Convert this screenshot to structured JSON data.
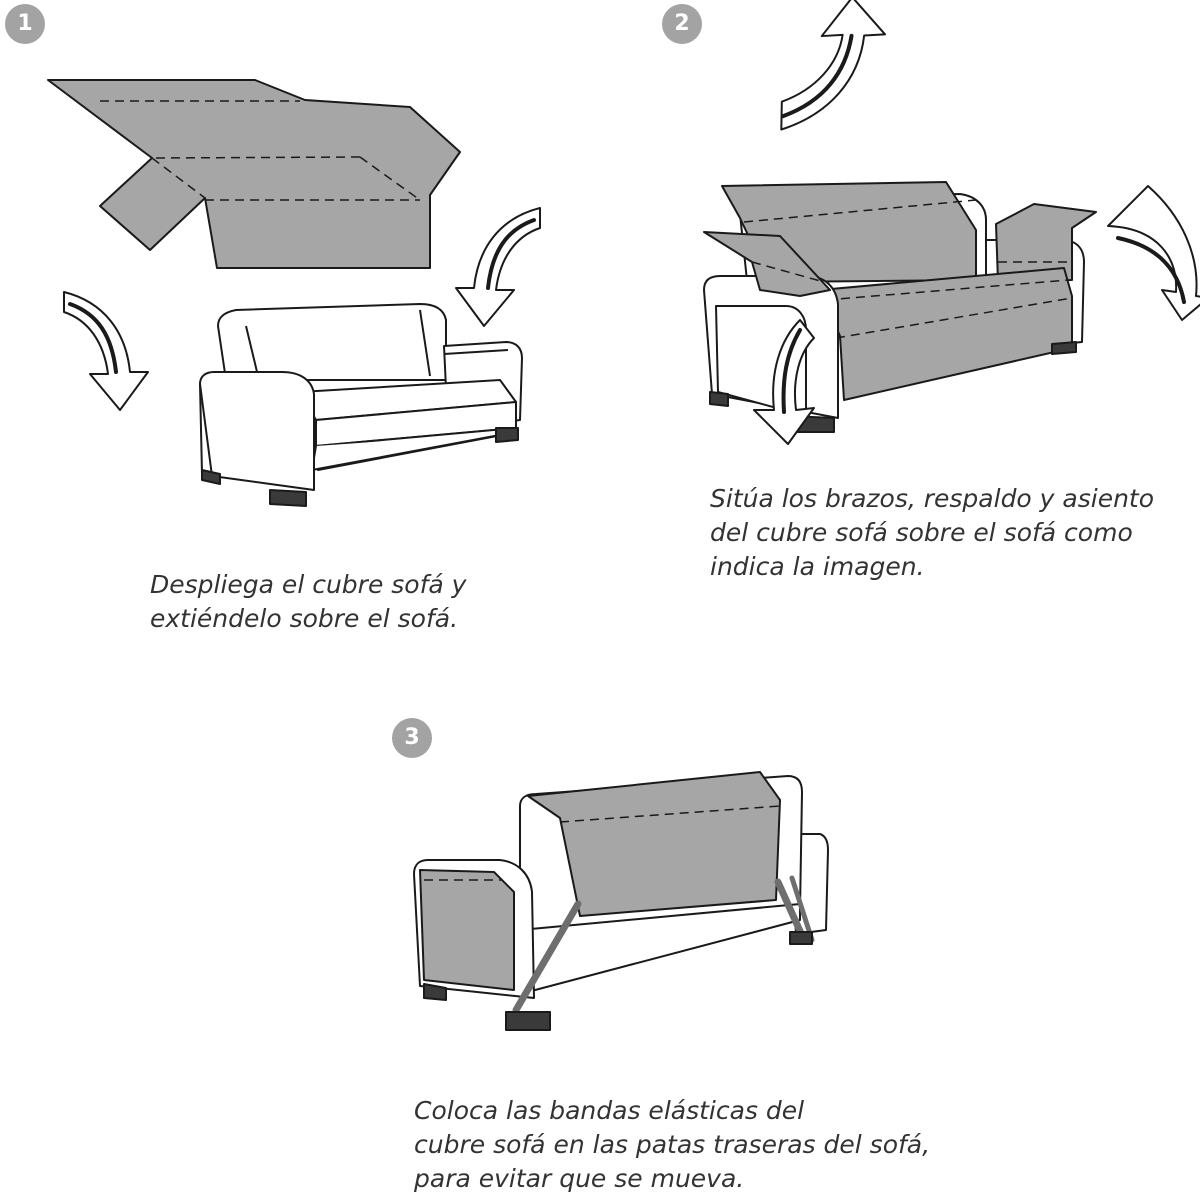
{
  "steps": [
    {
      "number": "1",
      "lines": [
        "Despliega el cubre sofá y",
        "extiéndelo sobre el sofá."
      ]
    },
    {
      "number": "2",
      "lines": [
        "Sitúa los brazos, respaldo y asiento",
        "del cubre sofá sobre el sofá como",
        "indica la imagen."
      ]
    },
    {
      "number": "3",
      "lines": [
        "Coloca las bandas elásticas del",
        "cubre sofá en las patas traseras del sofá,",
        "para evitar que se mueva."
      ]
    }
  ],
  "colors": {
    "badge": "#a3a3a3",
    "cover": "#a6a6a6",
    "outline": "#1a1a1a",
    "text": "#333333",
    "band": "#6e6e6e"
  },
  "icons": [
    "curved-arrow-icon"
  ]
}
